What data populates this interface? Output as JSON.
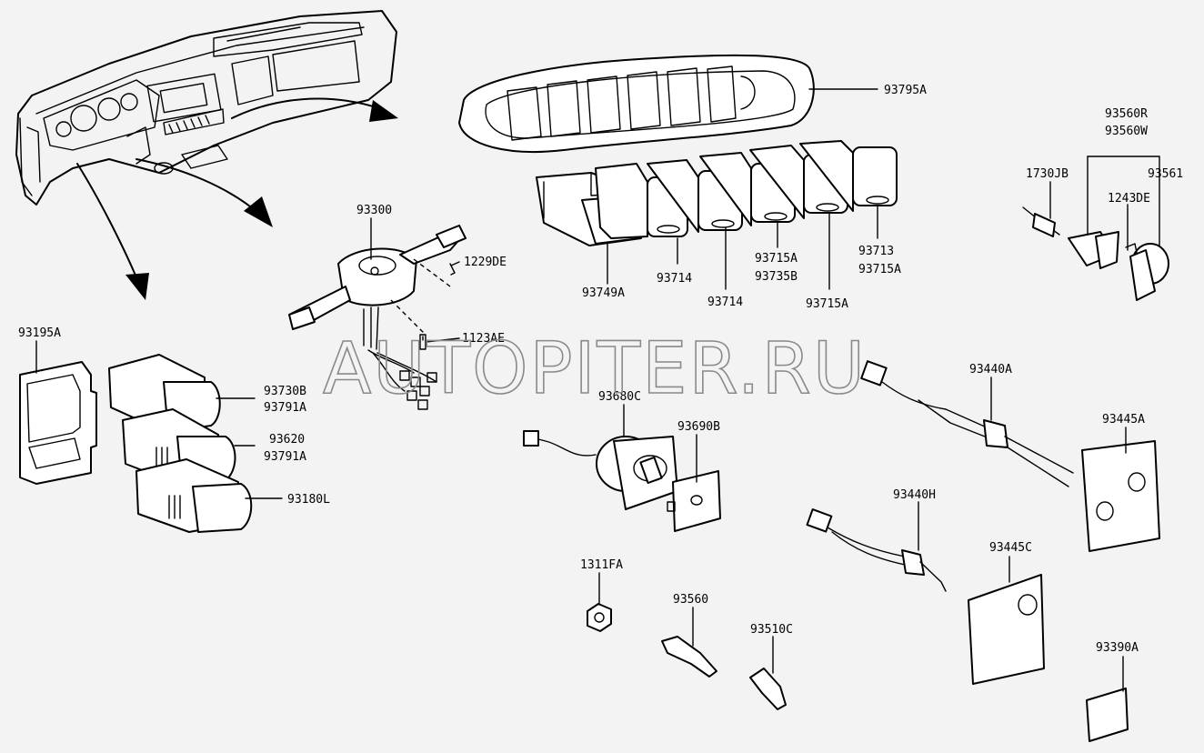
{
  "watermark": "AUTOPITER.RU",
  "labels": {
    "l93795A": "93795A",
    "l93560R": "93560R",
    "l93560W": "93560W",
    "l1730JB": "1730JB",
    "l93561": "93561",
    "l1243DE": "1243DE",
    "l93300": "93300",
    "l1229DE": "1229DE",
    "l1123AE": "1123AE",
    "l93749A": "93749A",
    "l93714a": "93714",
    "l93714b": "93714",
    "l93715A_a": "93715A",
    "l93735B": "93735B",
    "l93713": "93713",
    "l93715A_b": "93715A",
    "l93715A_c": "93715A",
    "l93195A": "93195A",
    "l93730B": "93730B",
    "l93791A_a": "93791A",
    "l93620": "93620",
    "l93791A_b": "93791A",
    "l93180L": "93180L",
    "l93680C": "93680C",
    "l93690B": "93690B",
    "l93440A": "93440A",
    "l93445A": "93445A",
    "l93440H": "93440H",
    "l93445C": "93445C",
    "l1311FA": "1311FA",
    "l93560": "93560",
    "l93510C": "93510C",
    "l93390A": "93390A"
  }
}
